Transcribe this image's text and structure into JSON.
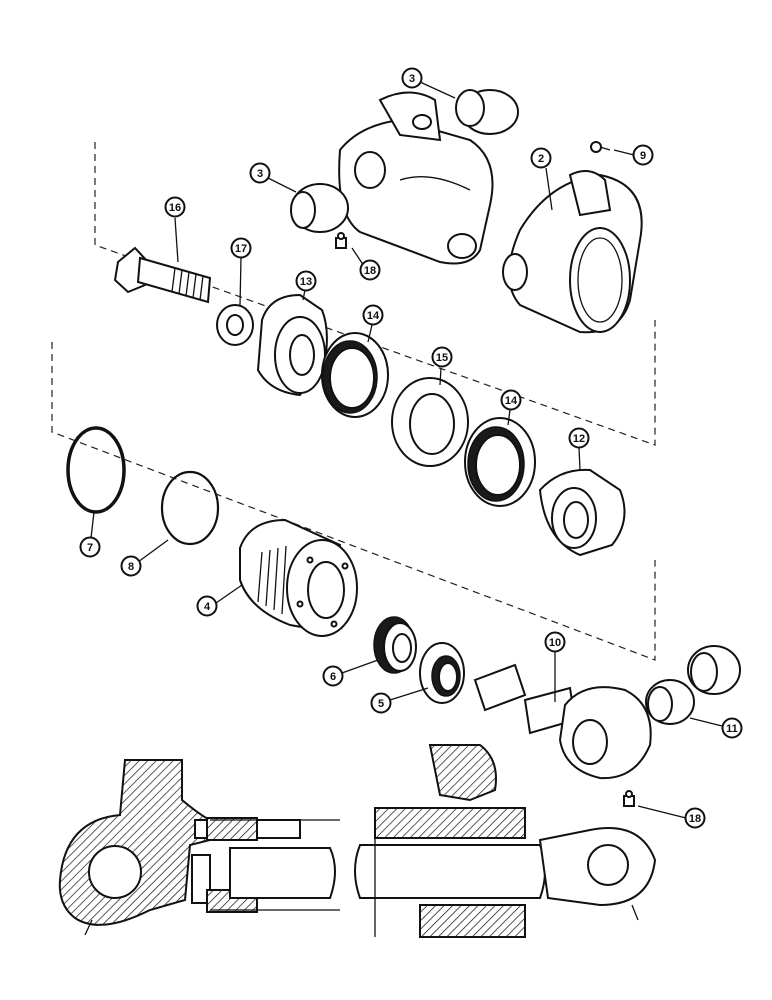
{
  "diagram": {
    "callouts": [
      {
        "id": "2",
        "label": "2"
      },
      {
        "id": "3a",
        "label": "3"
      },
      {
        "id": "3b",
        "label": "3"
      },
      {
        "id": "4",
        "label": "4"
      },
      {
        "id": "5",
        "label": "5"
      },
      {
        "id": "6",
        "label": "6"
      },
      {
        "id": "7",
        "label": "7"
      },
      {
        "id": "8",
        "label": "8"
      },
      {
        "id": "9",
        "label": "9"
      },
      {
        "id": "10",
        "label": "10"
      },
      {
        "id": "11",
        "label": "11"
      },
      {
        "id": "12",
        "label": "12"
      },
      {
        "id": "13",
        "label": "13"
      },
      {
        "id": "14a",
        "label": "14"
      },
      {
        "id": "14b",
        "label": "14"
      },
      {
        "id": "15",
        "label": "15"
      },
      {
        "id": "16",
        "label": "16"
      },
      {
        "id": "17",
        "label": "17"
      },
      {
        "id": "18a",
        "label": "18"
      },
      {
        "id": "18b",
        "label": "18"
      }
    ]
  }
}
